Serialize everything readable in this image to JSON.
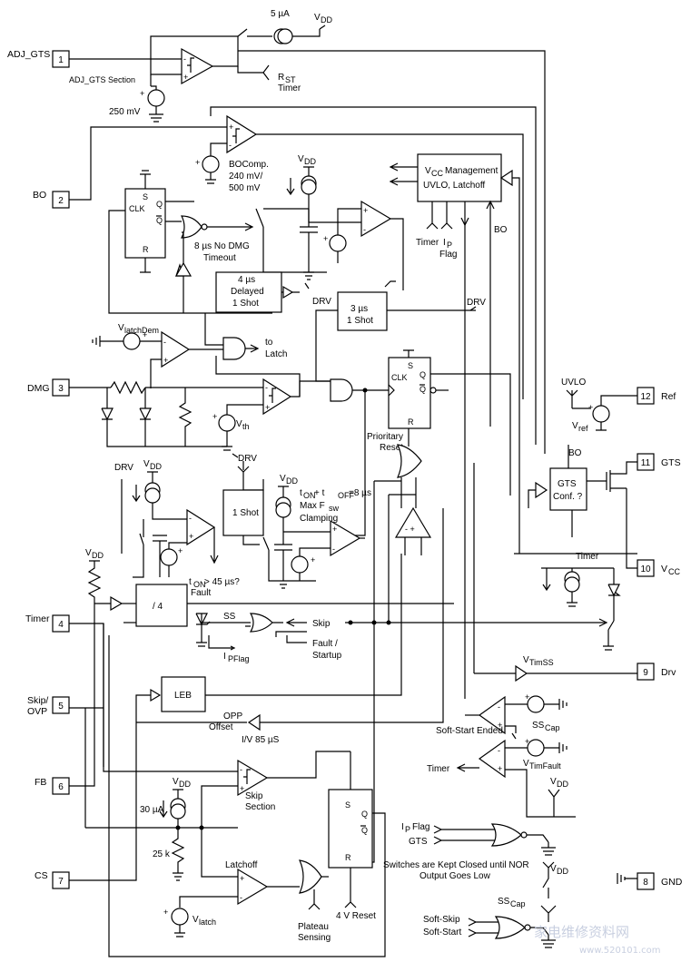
{
  "pins": [
    {
      "num": "1",
      "label": "ADJ_GTS"
    },
    {
      "num": "2",
      "label": "BO"
    },
    {
      "num": "3",
      "label": "DMG"
    },
    {
      "num": "4",
      "label": "Timer"
    },
    {
      "num": "5",
      "label": "Skip/",
      "label2": "OVP"
    },
    {
      "num": "6",
      "label": "FB"
    },
    {
      "num": "7",
      "label": "CS"
    },
    {
      "num": "8",
      "label": "GND"
    },
    {
      "num": "9",
      "label": "Drv"
    },
    {
      "num": "10",
      "label": "V",
      "sub": "CC"
    },
    {
      "num": "11",
      "label": "GTS"
    },
    {
      "num": "12",
      "label": "Ref"
    }
  ],
  "labels": {
    "src_5ua": "5 µA",
    "vdd": "V",
    "vdd_sub": "DD",
    "adj_section": "ADJ_GTS Section",
    "mv250": "250 mV",
    "rst": "R",
    "rst_sub": "ST",
    "rst_timer": "Timer",
    "bocomp": "BOComp.",
    "bocomp_v1": "240 mV/",
    "bocomp_v2": "500 mV",
    "vcc_mgmt": "Management",
    "uvlo_latch": "UVLO, Latchoff",
    "timer": "Timer",
    "ip": "I",
    "ip_sub": "P",
    "flag": "Flag",
    "bo": "BO",
    "clk": "CLK",
    "s": "S",
    "q": "Q",
    "qbar": "Q",
    "r": "R",
    "no_dmg": "8 µs No DMG",
    "timeout": "Timeout",
    "delay4": "4 µs",
    "delayed": "Delayed",
    "one_shot": "1 Shot",
    "drv": "DRV",
    "us3": "3 µs",
    "vlatchdem": "V",
    "vlatchdem_sub": "latchDem",
    "to": "to",
    "latch": "Latch",
    "vth": "V",
    "vth_sub": "th",
    "prioritary": "Prioritary",
    "reset": "Reset",
    "uvlo": "UVLO",
    "vref": "V",
    "vref_sub": "ref",
    "gts": "GTS",
    "conf": "Conf. ?",
    "ton_toff": "t",
    "ton_sub": "ON",
    "toff_mid": " + t",
    "toff_sub": "OFF",
    "ton_val": "=8 µs",
    "max_fsw": "Max F",
    "fsw_sub": "sw",
    "clamping": "Clamping",
    "ton45": "t",
    "ton45_sub": "ON",
    "ton45_val": " > 45 µs?",
    "fault": "Fault",
    "div4": "/ 4",
    "ss": "SS",
    "skip": "Skip",
    "fault_slash": "Fault /",
    "startup": "Startup",
    "ipflag": "I",
    "ipflag_sub": "PFlag",
    "vtimss": "V",
    "vtimss_sub": "TimSS",
    "leb": "LEB",
    "opp": "OPP",
    "offset": "Offset",
    "iv85": "I/V 85 µS",
    "softstart_ended": "Soft-Start Ended",
    "sscap": "SS",
    "sscap_sub": "Cap",
    "vtimfault": "V",
    "vtimfault_sub": "TimFault",
    "skip_section1": "Skip",
    "skip_section2": "Section",
    "ua30": "30 µA",
    "k25": "25 k",
    "latchoff": "Latchoff",
    "vlatch": "V",
    "vlatch_sub": "latch",
    "plateau": "Plateau",
    "sensing": "Sensing",
    "reset4v": "4 V Reset",
    "switches_note1": "Switches are Kept Closed until NOR",
    "switches_note2": "Output Goes Low",
    "soft_skip": "Soft-Skip",
    "soft_start": "Soft-Start",
    "plus": "+",
    "minus": "-",
    "plus_minus_pm": "-  +",
    "watermark": "家电维修资料网",
    "watermark_url": "www.520101.com"
  }
}
